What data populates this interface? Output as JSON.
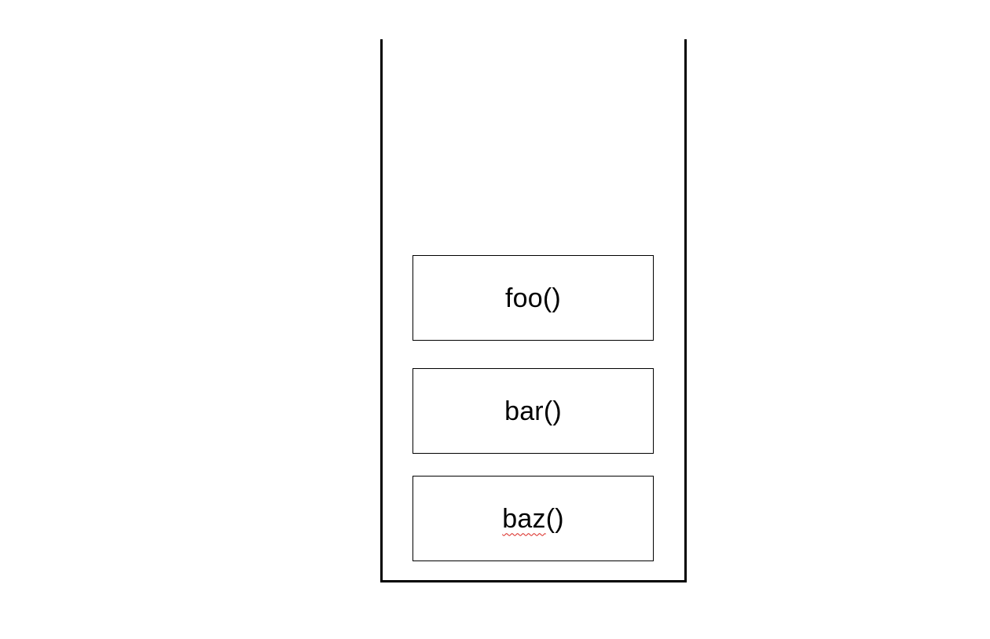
{
  "diagram": {
    "type": "call-stack",
    "frames": [
      {
        "label": "foo()"
      },
      {
        "label": "bar()"
      },
      {
        "prefix": "baz",
        "suffix": "()"
      }
    ]
  }
}
